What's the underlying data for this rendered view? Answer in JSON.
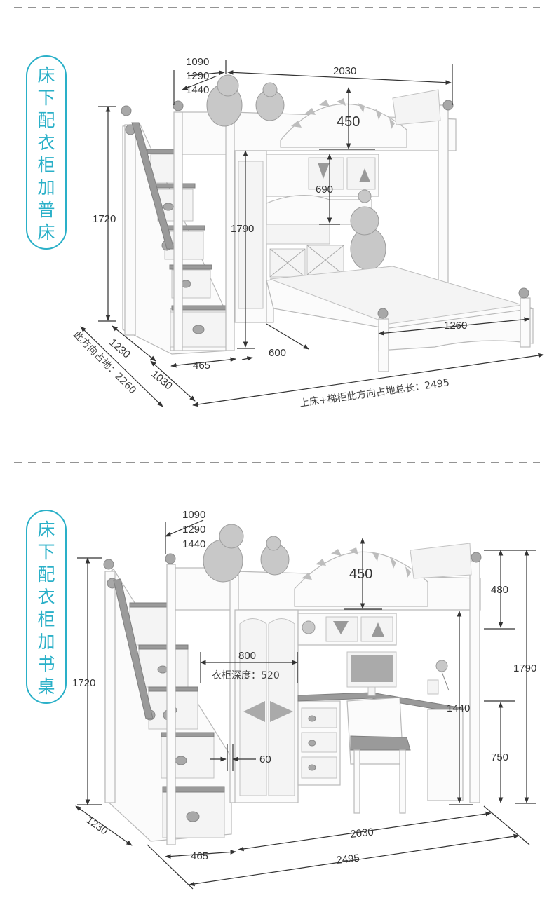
{
  "sections": [
    {
      "tag": [
        "床",
        "下",
        "配",
        "衣",
        "柜",
        "加",
        "普",
        "床"
      ],
      "dims": {
        "rail_heights": [
          "1090",
          "1290",
          "1440"
        ],
        "bed_length": "2030",
        "headboard": "450",
        "shelf_gap": "690",
        "stair_height": "1720",
        "wardrobe_height": "1790",
        "lower_bed_length": "1260",
        "depth_a": "1230",
        "depth_b": "1030",
        "stair_width": "465",
        "gap": "600",
        "footprint_label": "此方向占地：2260",
        "total_label": "上床+梯柜此方向占地总长：2495"
      }
    },
    {
      "tag": [
        "床",
        "下",
        "配",
        "衣",
        "柜",
        "加",
        "书",
        "桌"
      ],
      "dims": {
        "rail_heights": [
          "1090",
          "1290",
          "1440"
        ],
        "headboard": "450",
        "rail_480": "480",
        "stair_height": "1720",
        "overall_height": "1790",
        "wardrobe_width": "800",
        "wardrobe_depth": "衣柜深度：520",
        "desk_clear": "1440",
        "desk_height": "750",
        "panel_60": "60",
        "depth_a": "1230",
        "stair_width": "465",
        "bed_length": "2030",
        "total": "2495"
      }
    }
  ]
}
